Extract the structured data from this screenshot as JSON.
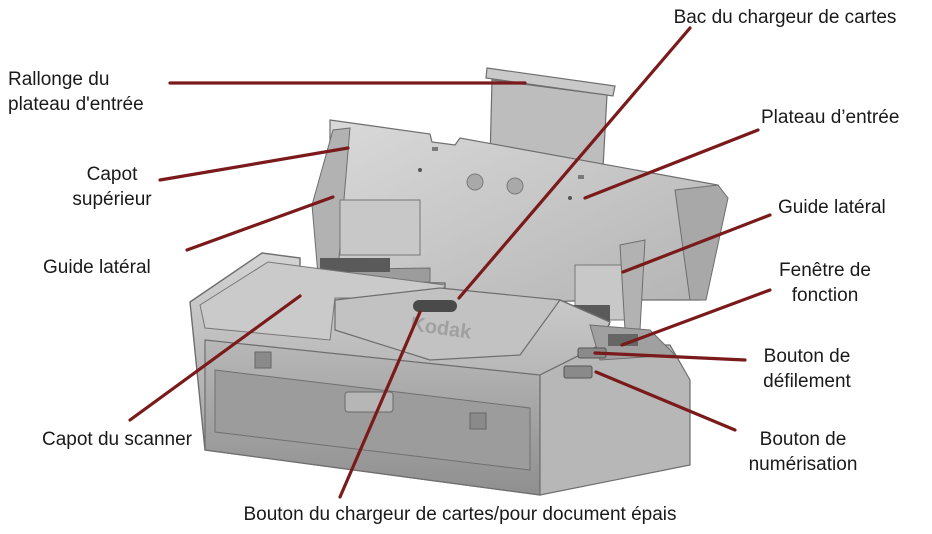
{
  "colors": {
    "leader": "#7a1a1a",
    "scanner_body": "#bfbfbf",
    "scanner_dark": "#8c8c8c",
    "background": "#ffffff"
  },
  "brand": "Kodak",
  "labels": {
    "card_tray": "Bac du chargeur de cartes",
    "extension_line1": "Rallonge du",
    "extension_line2": "plateau d'entrée",
    "input_tray": "Plateau d’entrée",
    "top_cover_line1": "Capot",
    "top_cover_line2": "supérieur",
    "side_guide_right": "Guide latéral",
    "side_guide_left": "Guide latéral",
    "function_window_line1": "Fenêtre de",
    "function_window_line2": "fonction",
    "scroll_button_line1": "Bouton de",
    "scroll_button_line2": "défilement",
    "scanner_cover": "Capot du scanner",
    "scan_button_line1": "Bouton de",
    "scan_button_line2": "numérisation",
    "card_button": "Bouton du chargeur de cartes/pour document épais"
  }
}
